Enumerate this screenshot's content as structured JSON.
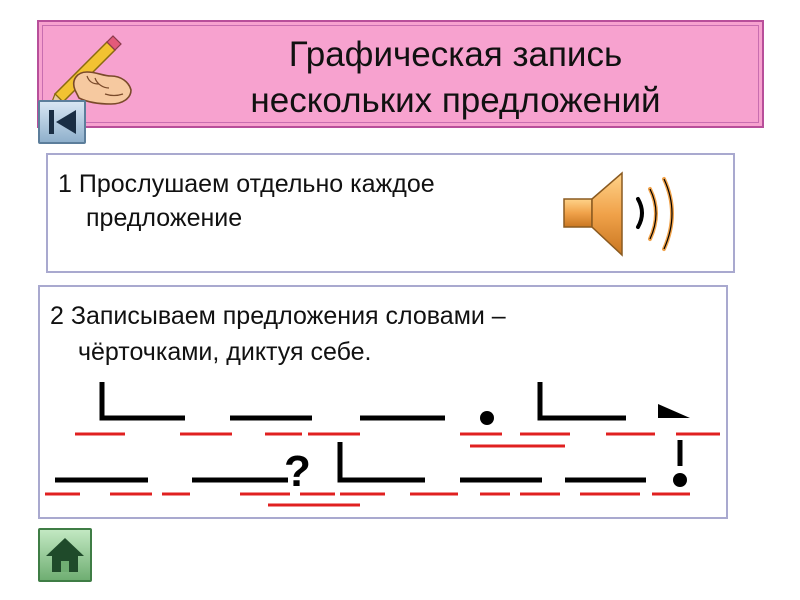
{
  "title": {
    "line1": "Графическая запись",
    "line2": "нескольких предложений"
  },
  "step1": {
    "line1": "1  Прослушаем отдельно каждое",
    "line2": "предложение"
  },
  "step2": {
    "line1": "2  Записываем предложения  словами –",
    "line2": "чёрточками, диктуя себе."
  },
  "icons": {
    "title_decoration": "hand-with-pencil-icon",
    "back": "back-to-start-icon",
    "audio": "speaker-icon",
    "home": "home-icon"
  },
  "colors": {
    "banner": "#f7a2cf",
    "banner_border": "#b84f9a",
    "panel_border": "#a9a9cf",
    "dash_black": "#000000",
    "dash_red": "#e02020",
    "speaker": "#f0a24a"
  }
}
